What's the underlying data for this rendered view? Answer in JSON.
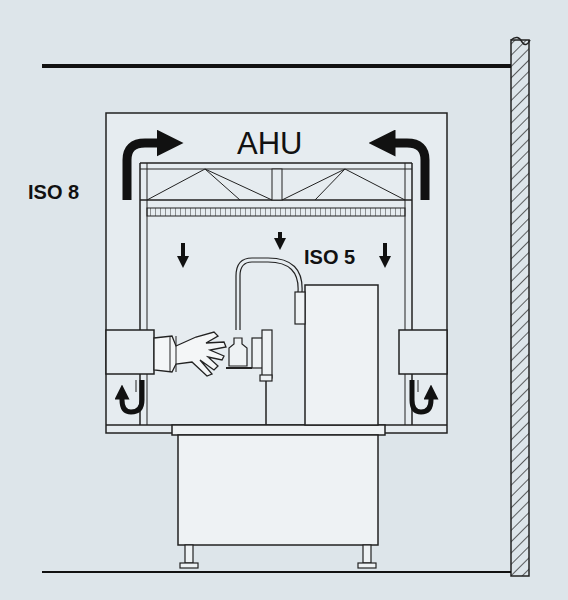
{
  "diagram": {
    "labels": [
      "AHU",
      "ISO 8",
      "ISO 5"
    ]
  }
}
